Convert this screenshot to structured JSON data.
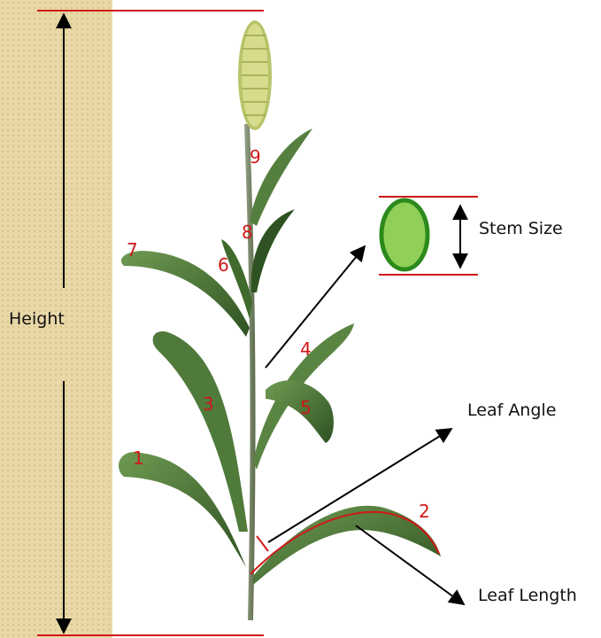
{
  "labels": {
    "height": "Height",
    "stem_size": "Stem Size",
    "leaf_angle": "Leaf Angle",
    "leaf_length": "Leaf Length"
  },
  "leaf_numbers": [
    "1",
    "2",
    "3",
    "4",
    "5",
    "6",
    "7",
    "8",
    "9"
  ],
  "colors": {
    "measure_line": "#d01818",
    "leaf_dark": "#3a5e2a",
    "leaf_light": "#5d8a45",
    "stem_ellipse_fill": "#90d058",
    "stem_ellipse_stroke": "#2c8a1c",
    "panicle": "#c9d27a",
    "left_strip": "#e9d8a8"
  }
}
